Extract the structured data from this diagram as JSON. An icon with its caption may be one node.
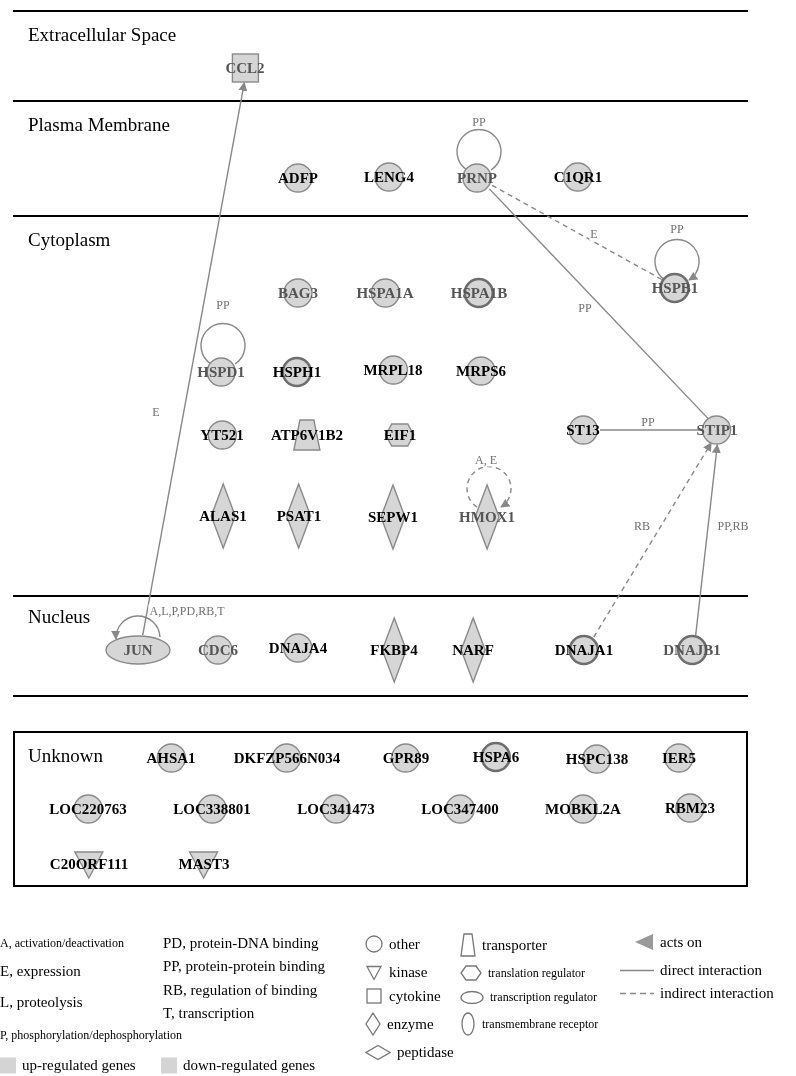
{
  "diagram": {
    "nodes": [
      {
        "text": [
          "Extracellular Space"
        ]
      },
      {
        "text": [
          "CCL2"
        ],
        "in": 0
      },
      {
        "text": [
          "Plasma Membrane"
        ]
      },
      {
        "text": [
          "ADFP"
        ],
        "in": 2
      },
      {
        "text": [
          "LENG4"
        ],
        "in": 2
      },
      {
        "text": [
          "PRNP"
        ],
        "in": 2
      },
      {
        "text": [
          "C1QR1"
        ],
        "in": 2
      },
      {
        "text": [
          "Cytoplasm"
        ]
      },
      {
        "text": [
          "BAG3"
        ],
        "in": 7
      },
      {
        "text": [
          "HSPA1A"
        ],
        "in": 7
      },
      {
        "text": [
          "HSPA1B"
        ],
        "in": 7
      },
      {
        "text": [
          "HSPB1"
        ],
        "in": 7
      },
      {
        "text": [
          "HSPD1"
        ],
        "in": 7
      },
      {
        "text": [
          "HSPH1"
        ],
        "in": 7
      },
      {
        "text": [
          "MRPL18"
        ],
        "in": 7
      },
      {
        "text": [
          "MRPS6"
        ],
        "in": 7
      },
      {
        "text": [
          "YT521"
        ],
        "in": 7
      },
      {
        "text": [
          "ATP6V1B2"
        ],
        "in": 7
      },
      {
        "text": [
          "EIF1"
        ],
        "in": 7
      },
      {
        "text": [
          "ST13"
        ],
        "in": 7
      },
      {
        "text": [
          "STIP1"
        ],
        "in": 7
      },
      {
        "text": [
          "ALAS1"
        ],
        "in": 7
      },
      {
        "text": [
          "PSAT1"
        ],
        "in": 7
      },
      {
        "text": [
          "SEPW1"
        ],
        "in": 7
      },
      {
        "text": [
          "HMOX1"
        ],
        "in": 7
      },
      {
        "text": [
          "Nucleus"
        ]
      },
      {
        "text": [
          "JUN"
        ],
        "in": 25
      },
      {
        "text": [
          "CDC6"
        ],
        "in": 25
      },
      {
        "text": [
          "DNAJA4"
        ],
        "in": 25
      },
      {
        "text": [
          "FKBP4"
        ],
        "in": 25
      },
      {
        "text": [
          "NARF"
        ],
        "in": 25
      },
      {
        "text": [
          "DNAJA1"
        ],
        "in": 25
      },
      {
        "text": [
          "DNAJB1"
        ],
        "in": 25
      },
      {
        "text": [
          "Unknown"
        ]
      },
      {
        "text": [
          "AHSA1"
        ],
        "in": 33
      },
      {
        "text": [
          "DKFZP566N034"
        ],
        "in": 33
      },
      {
        "text": [
          "GPR89"
        ],
        "in": 33
      },
      {
        "text": [
          "HSPA6"
        ],
        "in": 33
      },
      {
        "text": [
          "HSPC138"
        ],
        "in": 33
      },
      {
        "text": [
          "IER5"
        ],
        "in": 33
      },
      {
        "text": [
          "LOC220763"
        ],
        "in": 33
      },
      {
        "text": [
          "LOC338801"
        ],
        "in": 33
      },
      {
        "text": [
          "LOC341473"
        ],
        "in": 33
      },
      {
        "text": [
          "LOC347400"
        ],
        "in": 33
      },
      {
        "text": [
          "MOBKL2A"
        ],
        "in": 33
      },
      {
        "text": [
          "RBM23"
        ],
        "in": 33
      },
      {
        "text": [
          "C20ORF111"
        ],
        "in": 33
      },
      {
        "text": [
          "MAST3"
        ],
        "in": 33
      }
    ],
    "edges": [
      {
        "from": 26,
        "to": 1,
        "arrow": "to",
        "label": "E"
      },
      {
        "from": 5,
        "to": 5,
        "arrow": "none",
        "label": "PP"
      },
      {
        "from": 5,
        "to": 20,
        "arrow": "none",
        "label": "PP"
      },
      {
        "from": 5,
        "to": 11,
        "arrow": "none",
        "label": "E",
        "style": "dashed"
      },
      {
        "from": 11,
        "to": 11,
        "arrow": "to",
        "label": "PP"
      },
      {
        "from": 12,
        "to": 12,
        "arrow": "none",
        "label": "PP"
      },
      {
        "from": 19,
        "to": 20,
        "arrow": "none",
        "label": "PP"
      },
      {
        "from": 24,
        "to": 24,
        "arrow": "to",
        "label": "A, E",
        "style": "dashed"
      },
      {
        "from": 31,
        "to": 20,
        "arrow": "to",
        "label": "RB",
        "style": "dashed"
      },
      {
        "from": 32,
        "to": 20,
        "arrow": "to",
        "label": "PP,RB"
      },
      {
        "from": 26,
        "to": 26,
        "arrow": "to",
        "label": "A,L,P,PD,RB,T"
      }
    ],
    "labels": [
      "A, activation/deactivation",
      "PD, protein-DNA binding",
      "E, expression",
      "PP, protein-protein binding",
      "RB, regulation of binding",
      "L, proteolysis",
      "T, transcription",
      "P, phosphorylation/dephosphorylation"
    ],
    "legend": [
      {
        "text": "other"
      },
      {
        "text": "transporter"
      },
      {
        "text": "acts on"
      },
      {
        "text": "kinase"
      },
      {
        "text": "translation regulator"
      },
      {
        "text": "direct interaction"
      },
      {
        "text": "cytokine"
      },
      {
        "text": "transcription regulator"
      },
      {
        "text": "indirect interaction"
      },
      {
        "text": "enzyme"
      },
      {
        "text": "transmembrane receptor"
      },
      {
        "text": "peptidase"
      },
      {
        "text": "up-regulated genes",
        "color": "#d4d4d4"
      },
      {
        "text": "down-regulated genes",
        "color": "#d4d4d4"
      }
    ]
  }
}
